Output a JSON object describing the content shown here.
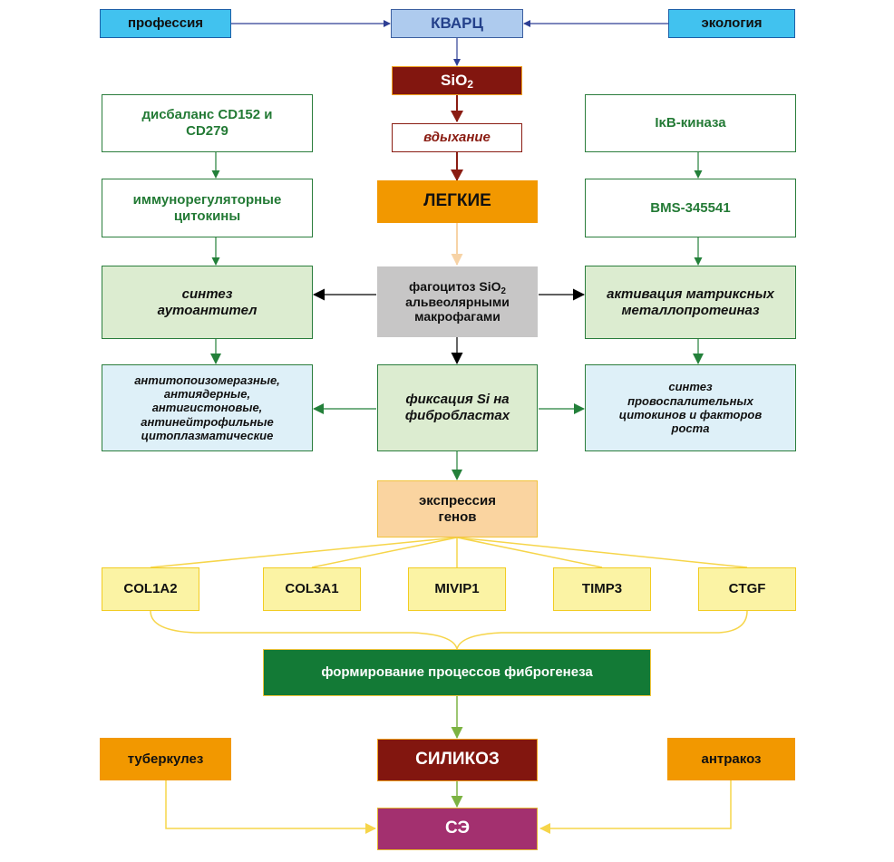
{
  "nodes": {
    "professiya": "профессия",
    "kvarc": "КВАРЦ",
    "ekologiya": "экология",
    "sio2_main": "SiO",
    "sio2_sub": "2",
    "vdykhanie": "вдыхание",
    "disbalans": "дисбаланс CD152 и CD279",
    "ikb": "IκB-киназа",
    "immuno": "иммунорегуляторные цитокины",
    "legkie": "ЛЕГКИЕ",
    "bms": "BMS-345541",
    "sintez_auto": "синтез аутоантител",
    "fagocitoz_pre": "фагоцитоз SiO",
    "fagocitoz_sub": "2",
    "fagocitoz_post": "альвеолярными макрофагами",
    "aktivaciya": "активация матриксных металлопротеиназ",
    "antitopo": "антитопоизомеразные, антиядерные, антигистоновые, антинейтрофильные цитоплазматические",
    "fiksaciya": "фиксация Si на фибробластах",
    "sintez_pro": "синтез провоспалительных цитокинов и факторов роста",
    "ekspressiya": "экспрессия генов",
    "col1a2": "COL1A2",
    "col3a1": "COL3A1",
    "mivip1": "MIVIP1",
    "timp3": "TIMP3",
    "ctgf": "CTGF",
    "formirovanie": "формирование процессов фиброгенеза",
    "tuberkulez": "туберкулез",
    "silikoz": "СИЛИКОЗ",
    "antrakoz": "антракоз",
    "se": "СЭ"
  },
  "colors": {
    "blue_arrow": "#2e3f94",
    "maroon_arrow": "#8a1c12",
    "green_arrow": "#23803a",
    "black_arrow": "#000000",
    "peach_arrow": "#f7d3a6",
    "yellow_line": "#f6d54a",
    "lime_arrow": "#7cb342"
  }
}
